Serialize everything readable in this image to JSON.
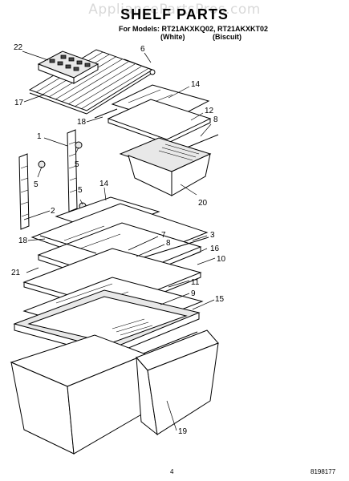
{
  "header": {
    "watermark": "AppliancePartsPros.com",
    "title": "SHELF PARTS",
    "models_line": "For Models: RT21AKXKQ02, RT21AKXKT02",
    "color_white": "(White)",
    "color_biscuit": "(Biscuit)"
  },
  "callouts": {
    "c1": "1",
    "c2": "2",
    "c3": "3",
    "c4": "4",
    "c5a": "5",
    "c5b": "5",
    "c5c": "5",
    "c6": "6",
    "c7": "7",
    "c8a": "8",
    "c8b": "8",
    "c9": "9",
    "c10": "10",
    "c11": "11",
    "c12": "12",
    "c14a": "14",
    "c14b": "14",
    "c15": "15",
    "c16": "16",
    "c17": "17",
    "c18a": "18",
    "c18b": "18",
    "c19": "19",
    "c20": "20",
    "c21": "21",
    "c22": "22"
  },
  "footer": {
    "page_number": "4",
    "document_number": "8198177"
  }
}
